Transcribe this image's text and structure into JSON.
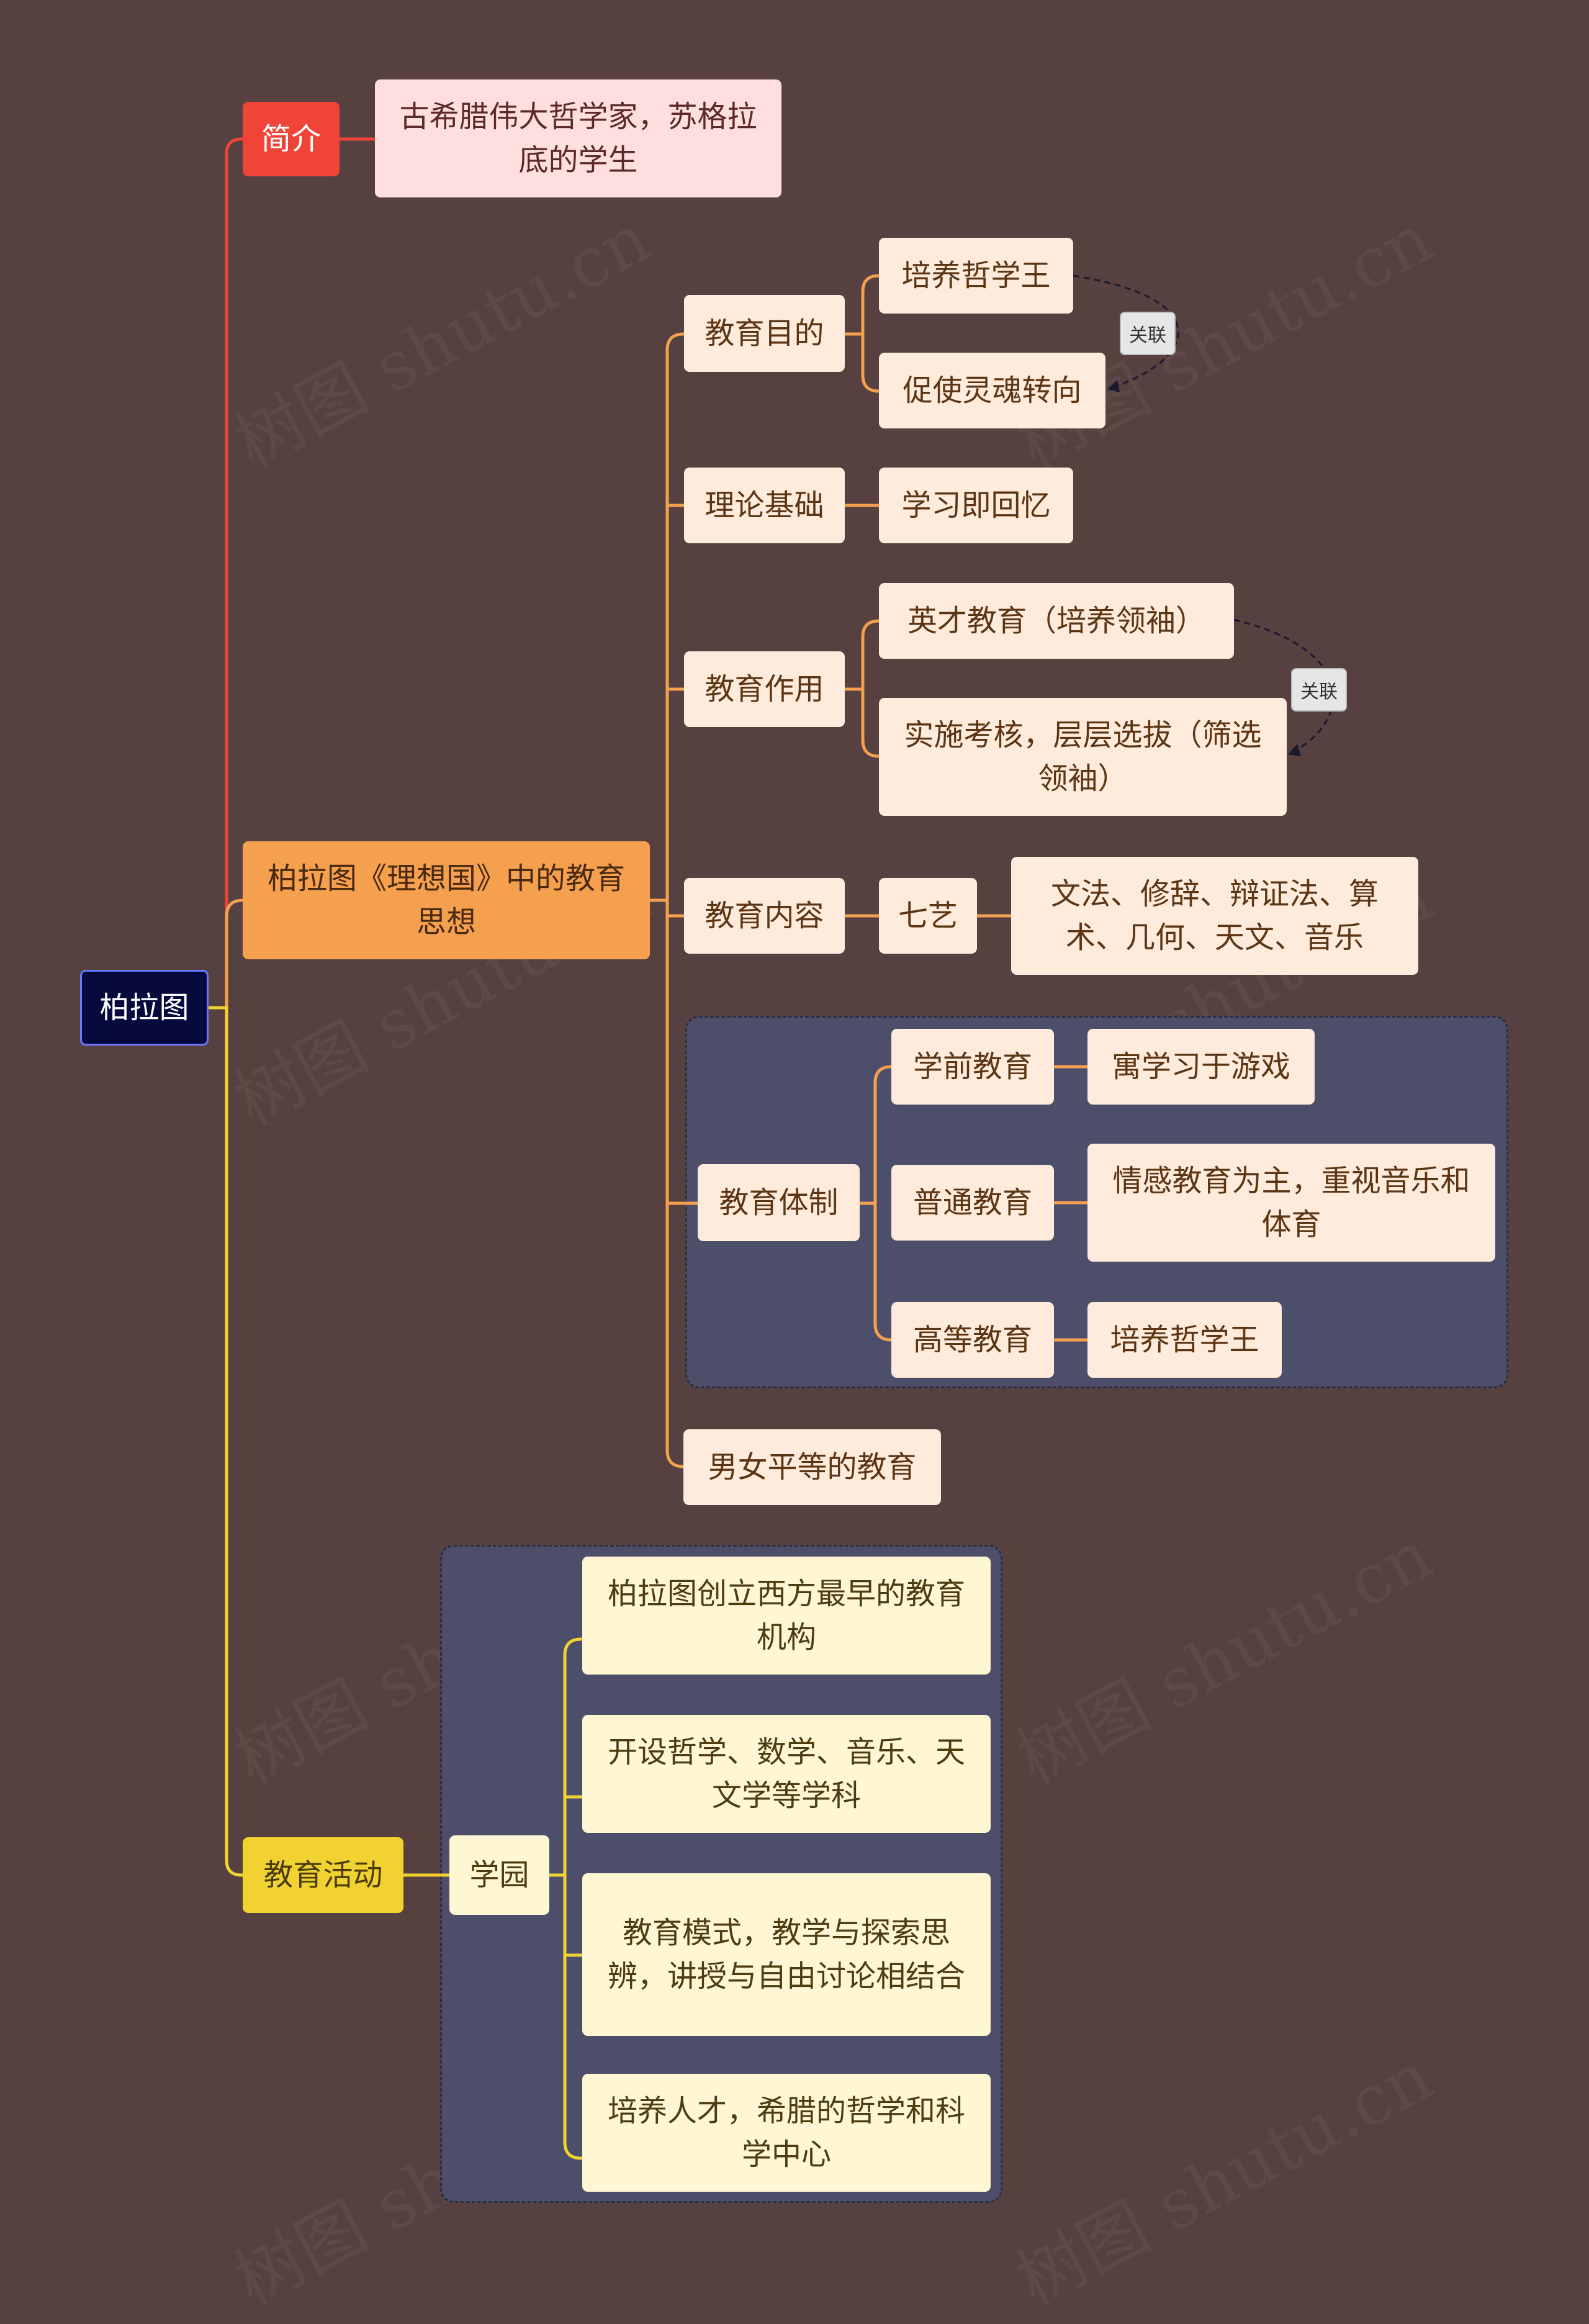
{
  "root": "柏拉图",
  "intro": {
    "label": "简介",
    "text": "古希腊伟大哲学家，苏格拉底的学生"
  },
  "thought": {
    "label": "柏拉图《理想国》中的教育思想",
    "purpose": {
      "label": "教育目的",
      "items": [
        "培养哲学王",
        "促使灵魂转向"
      ]
    },
    "theory": {
      "label": "理论基础",
      "item": "学习即回忆"
    },
    "role": {
      "label": "教育作用",
      "items": [
        "英才教育（培养领袖）",
        "实施考核，层层选拔（筛选领袖）"
      ]
    },
    "content": {
      "label": "教育内容",
      "seven": "七艺",
      "detail": "文法、修辞、辩证法、算术、几何、天文、音乐"
    },
    "system": {
      "label": "教育体制",
      "levels": [
        {
          "label": "学前教育",
          "detail": "寓学习于游戏"
        },
        {
          "label": "普通教育",
          "detail": "情感教育为主，重视音乐和体育"
        },
        {
          "label": "高等教育",
          "detail": "培养哲学王"
        }
      ]
    },
    "equality": "男女平等的教育"
  },
  "activity": {
    "label": "教育活动",
    "academy": "学园",
    "items": [
      "柏拉图创立西方最早的教育机构",
      "开设哲学、数学、音乐、天文学等学科",
      "教育模式，教学与探索思辨，讲授与自由讨论相结合",
      "培养人才，希腊的哲学和科学中心"
    ]
  },
  "relation_label": "关联",
  "watermark": "树图 shutu.cn",
  "colors": {
    "background": "#564040",
    "red_branch": "#f04438",
    "orange_branch": "#f5a04e",
    "yellow_branch": "#f1d230",
    "root_border": "#6a78ff"
  }
}
